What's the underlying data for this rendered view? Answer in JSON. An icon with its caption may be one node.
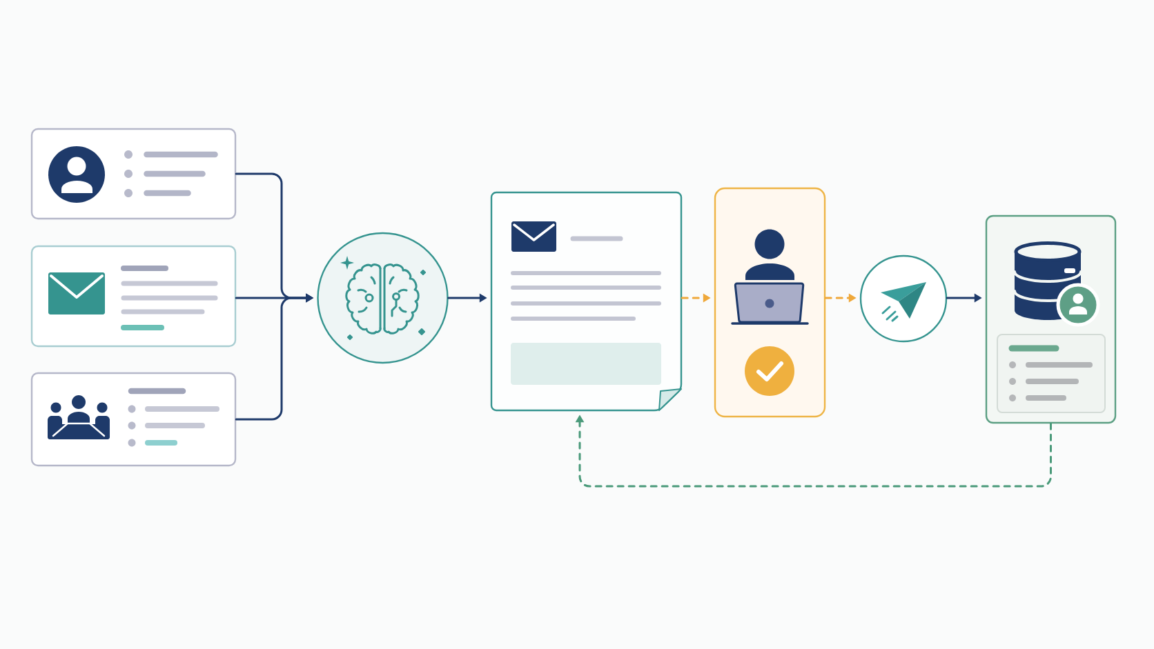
{
  "diagram": {
    "nodes": [
      {
        "text": [],
        "shape": "box"
      },
      {
        "text": [],
        "shape": "box"
      },
      {
        "text": [],
        "shape": "box"
      },
      {
        "text": [],
        "shape": "circle"
      },
      {
        "text": [],
        "shape": "document"
      },
      {
        "text": [],
        "shape": "box"
      },
      {
        "text": [],
        "shape": "circle"
      },
      {
        "text": [],
        "shape": "box"
      }
    ],
    "edges": [
      {
        "from": 0,
        "to": 3,
        "arrow": "to"
      },
      {
        "from": 1,
        "to": 3,
        "arrow": "to"
      },
      {
        "from": 2,
        "to": 3,
        "arrow": "to"
      },
      {
        "from": 3,
        "to": 4,
        "arrow": "to"
      },
      {
        "from": 4,
        "to": 5,
        "arrow": "to",
        "style": "dashed",
        "color": "#efa83a"
      },
      {
        "from": 5,
        "to": 6,
        "arrow": "to",
        "style": "dashed",
        "color": "#efa83a"
      },
      {
        "from": 6,
        "to": 7,
        "arrow": "to"
      },
      {
        "from": 7,
        "to": 4,
        "arrow": "to",
        "style": "dashed",
        "color": "#4a9a7a"
      }
    ]
  }
}
